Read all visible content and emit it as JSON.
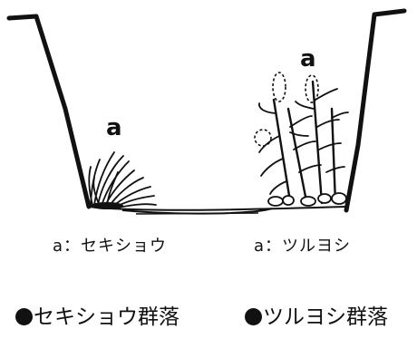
{
  "markers": {
    "left": "a",
    "right": "a"
  },
  "captions": {
    "left": "a：セキショウ",
    "right": "a：ツルヨシ"
  },
  "legend": [
    {
      "text": "セキショウ群落",
      "icon": "filled-circle"
    },
    {
      "text": "ツルヨシ群落",
      "icon": "filled-circle"
    }
  ],
  "colors": {
    "ink": "#111111",
    "background": "#ffffff"
  }
}
